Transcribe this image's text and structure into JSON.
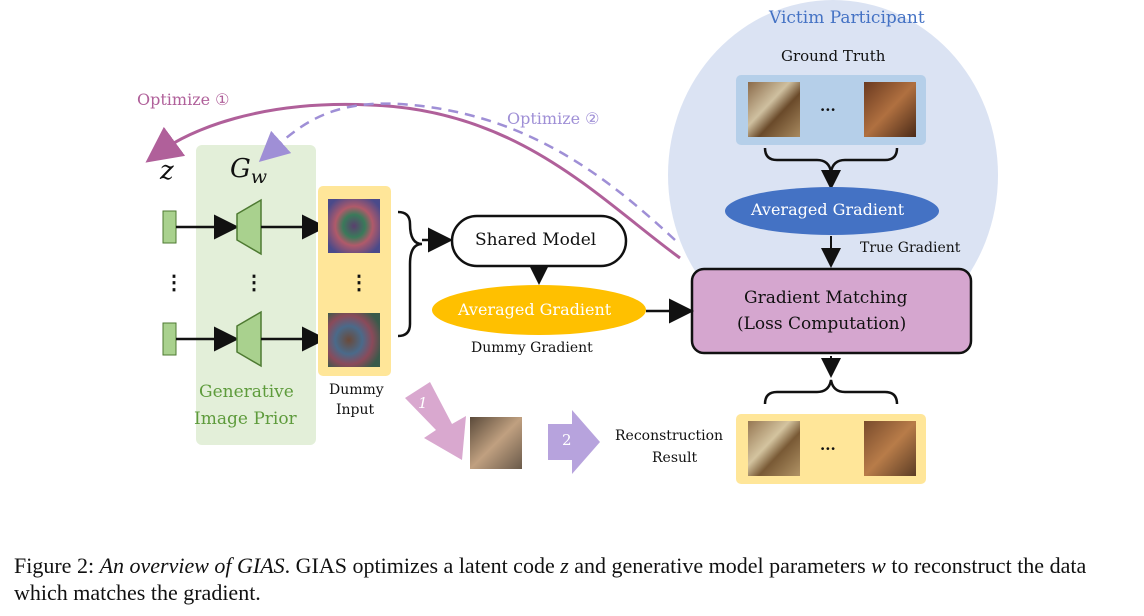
{
  "labels": {
    "victim_participant": "Victim Participant",
    "ground_truth": "Ground Truth",
    "ellipsis": "...",
    "averaged_gradient_victim": "Averaged Gradient",
    "true_gradient": "True Gradient",
    "optimize_1": "Optimize ①",
    "optimize_2": "Optimize ②",
    "z": "z",
    "gw_main": "G",
    "gw_sub": "w",
    "vdots": "⋮",
    "shared_model": "Shared Model",
    "averaged_gradient_dummy": "Averaged Gradient",
    "dummy_gradient": "Dummy Gradient",
    "gradient_matching_line1": "Gradient Matching",
    "gradient_matching_line2": "(Loss Computation)",
    "generative_prior_line1": "Generative",
    "generative_prior_line2": "Image Prior",
    "dummy_input_line1": "Dummy",
    "dummy_input_line2": "Input",
    "step1": "1",
    "step2": "2",
    "reconstruction_line1": "Reconstruction",
    "reconstruction_line2": "Result"
  },
  "caption": {
    "figure_label": "Figure 2: ",
    "title_italic": "An overview of GIAS",
    "text_a": ". GIAS optimizes a latent code ",
    "var_z": "z",
    "text_b": " and generative model parameters ",
    "var_w": "w",
    "text_c": " to reconstruct the data which matches the gradient."
  },
  "colors": {
    "victim_circle": "#dbe3f3",
    "ground_truth_box": "#b5cfe9",
    "victim_gradient": "#4472c4",
    "prior_green": "#e3efd9",
    "latent_green": "#a9d18e",
    "dummy_yellow": "#ffe699",
    "dummy_gradient_orange": "#ffc000",
    "matching_purple": "#d5a6cf",
    "optimize1_color": "#b0609a",
    "optimize2_color": "#9f8fd6",
    "step_arrow1": "#d9a8cf",
    "step_arrow2": "#b7a3dd",
    "prior_text": "#5e9b3c",
    "victim_text": "#4472c4"
  }
}
